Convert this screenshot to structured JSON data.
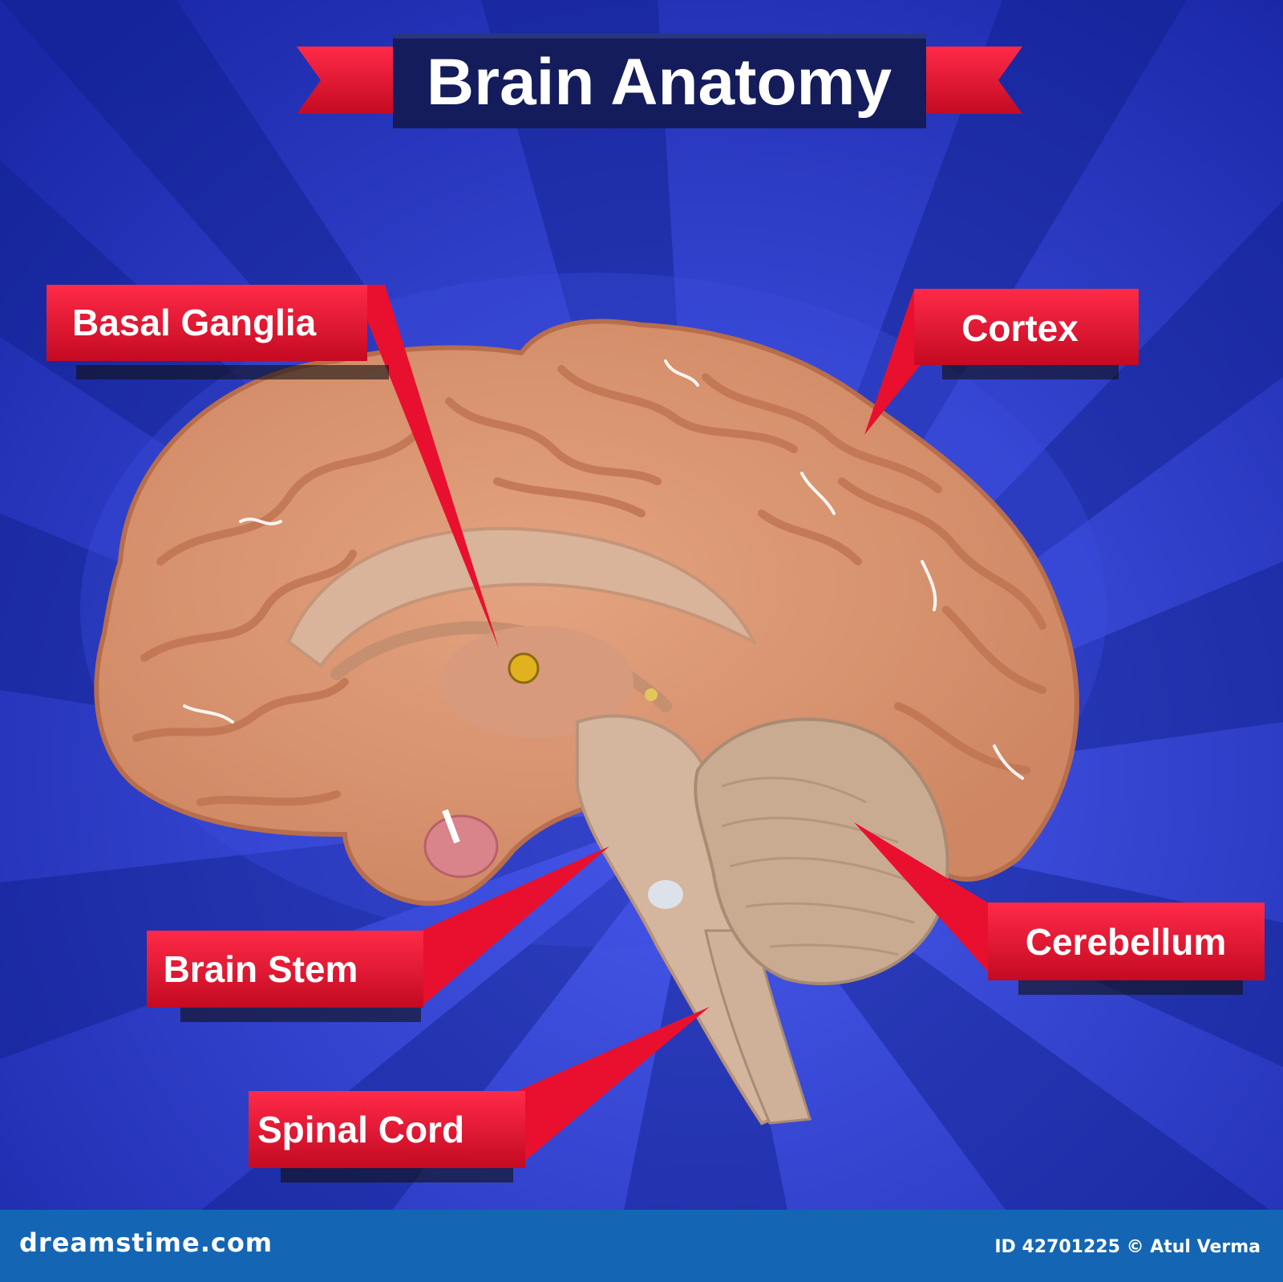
{
  "title": "Brain Anatomy",
  "labels": {
    "basal_ganglia": "Basal Ganglia",
    "cortex": "Cortex",
    "brain_stem": "Brain Stem",
    "cerebellum": "Cerebellum",
    "spinal_cord": "Spinal Cord"
  },
  "footer": {
    "site": "dreamstime.com",
    "credit": "ID 42701225 © Atul Verma"
  },
  "colors": {
    "background": "#1c2fb0",
    "ribbon": "#e8102e",
    "title_banner": "#141c5c",
    "brain": "#d9926e",
    "footer": "#1466b4"
  }
}
